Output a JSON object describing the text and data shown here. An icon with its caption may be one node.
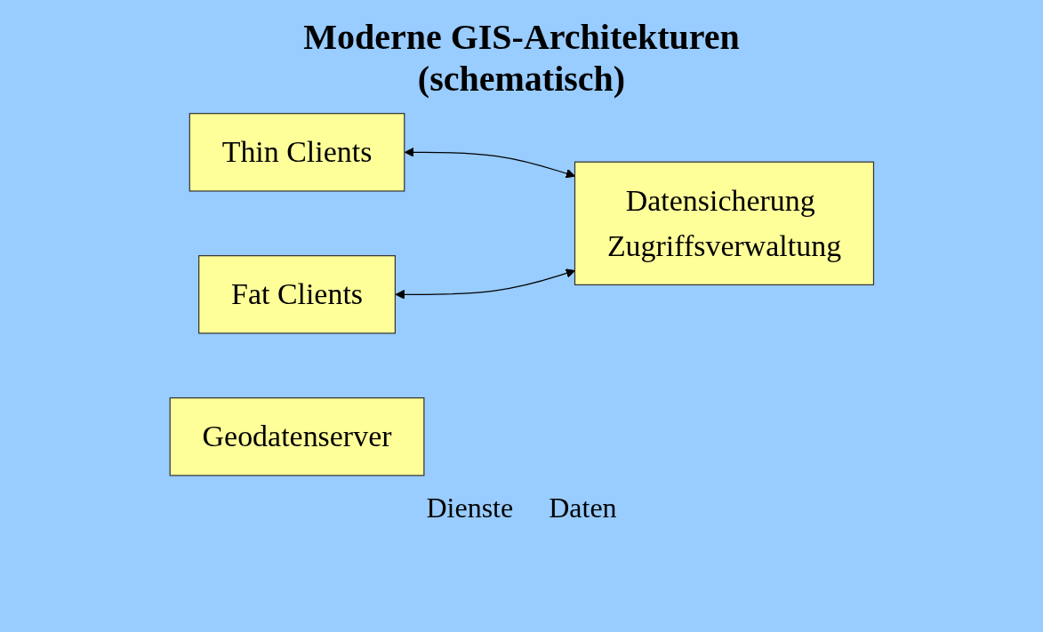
{
  "diagram": {
    "title": "Moderne GIS-Architekturen (schematisch)",
    "nodes": [
      {
        "text": [
          "Thin Clients"
        ]
      },
      {
        "text": [
          "Fat Clients"
        ]
      },
      {
        "text": [
          "Datensicherung Zugriffsverwaltung"
        ]
      },
      {
        "text": [
          "Geodatenserver"
        ]
      }
    ],
    "edges": [
      {
        "from": 0,
        "to": 2,
        "arrow": "both"
      },
      {
        "from": 1,
        "to": 2,
        "arrow": "both"
      }
    ],
    "labels": [
      "Dienste",
      "Daten"
    ]
  }
}
